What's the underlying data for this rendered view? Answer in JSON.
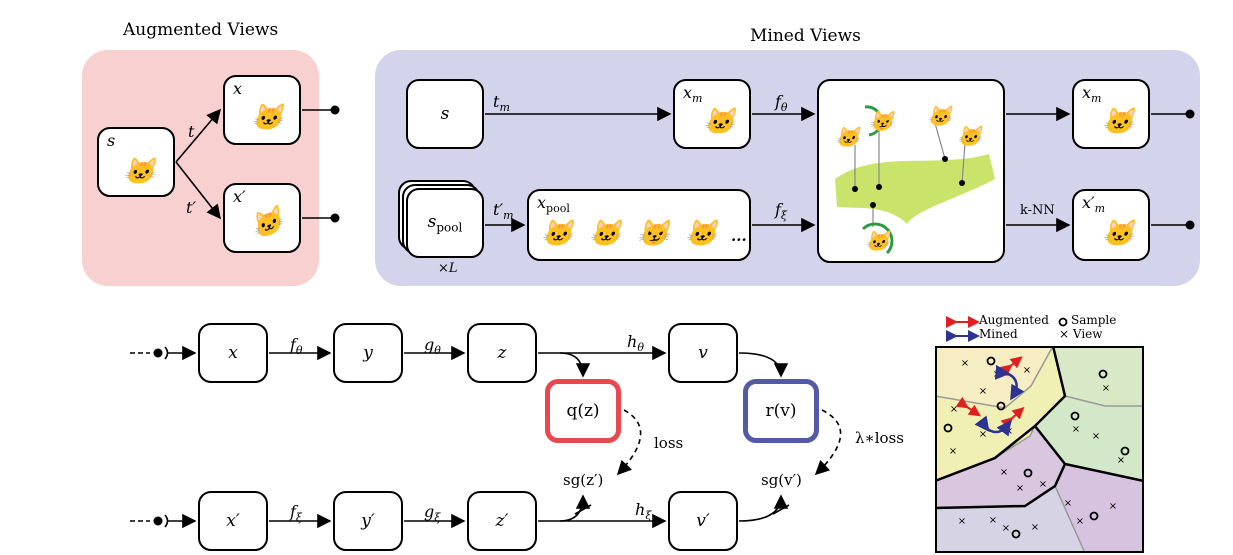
{
  "augmented": {
    "title": "Augmented Views",
    "source": "s",
    "view_top": "x",
    "view_bottom": "x′",
    "transform_top": "t",
    "transform_bottom": "t′"
  },
  "mined": {
    "title": "Mined Views",
    "source": "s",
    "pool": "s",
    "pool_sub": "pool",
    "pool_repeat": "×L",
    "tm": "t",
    "tm_sub": "m",
    "tm_pool": "t′",
    "tm_pool_sub": "m",
    "xm": "x",
    "xm_sub": "m",
    "xpool": "x",
    "xpool_sub": "pool",
    "ellipsis": "...",
    "f_theta": "f",
    "f_theta_sub": "θ",
    "f_xi": "f",
    "f_xi_sub": "ξ",
    "out_top": "x",
    "out_top_sub": "m",
    "out_bottom": "x′",
    "out_bottom_sub": "m",
    "knn": "k-NN"
  },
  "pipeline": {
    "top": {
      "x": "x",
      "y": "y",
      "z": "z",
      "v": "v",
      "f": "f",
      "f_sub": "θ",
      "g": "g",
      "g_sub": "θ",
      "h": "h",
      "h_sub": "θ",
      "q": "q(z)",
      "r": "r(v)"
    },
    "bottom": {
      "x": "x′",
      "y": "y′",
      "z": "z′",
      "v": "v′",
      "f": "f",
      "f_sub": "ξ",
      "g": "g",
      "g_sub": "ξ",
      "h": "h",
      "h_sub": "ξ",
      "sgz": "sg(z′)",
      "sgv": "sg(v′)"
    },
    "loss": "loss",
    "lambda_loss": "λ∗loss"
  },
  "legend": {
    "augmented": "Augmented",
    "mined": "Mined",
    "sample": "Sample",
    "view": "View"
  },
  "colors": {
    "augmented_panel": "#f8d0d0",
    "mined_panel": "#d3d3eb",
    "predictor_q_border": "#e8484e",
    "predictor_r_border": "#535aa8",
    "manifold": "#c9e36b",
    "circle_green": "#2e9a44",
    "augmented_arrow": "#e02020",
    "mined_arrow": "#2c3391"
  },
  "icons": {
    "cat": "cat-face-icon"
  }
}
